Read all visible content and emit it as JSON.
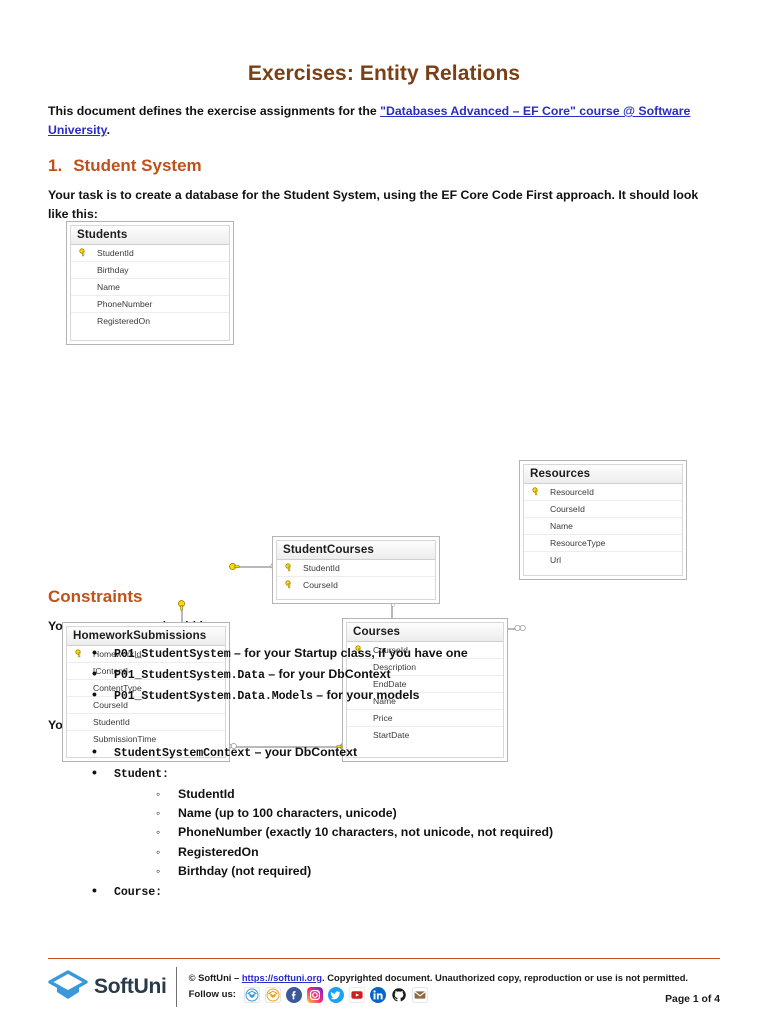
{
  "document": {
    "title": "Exercises: Entity Relations",
    "intro_prefix": "This document defines the exercise assignments for the ",
    "intro_link": "\"Databases Advanced – EF Core\" course @ Software University",
    "intro_suffix": "."
  },
  "section1": {
    "number": "1.",
    "heading": "Student System",
    "paragraph": "Your task is to create a database for the Student System, using the EF Core Code First approach. It should look like this:"
  },
  "diagram": {
    "tables": [
      {
        "name": "Students",
        "columns": [
          {
            "name": "StudentId",
            "key": true
          },
          {
            "name": "Birthday",
            "key": false
          },
          {
            "name": "Name",
            "key": false
          },
          {
            "name": "PhoneNumber",
            "key": false
          },
          {
            "name": "RegisteredOn",
            "key": false
          }
        ]
      },
      {
        "name": "StudentCourses",
        "columns": [
          {
            "name": "StudentId",
            "key": true
          },
          {
            "name": "CourseId",
            "key": true
          }
        ]
      },
      {
        "name": "Resources",
        "columns": [
          {
            "name": "ResourceId",
            "key": true
          },
          {
            "name": "CourseId",
            "key": false
          },
          {
            "name": "Name",
            "key": false
          },
          {
            "name": "ResourceType",
            "key": false
          },
          {
            "name": "Url",
            "key": false
          }
        ]
      },
      {
        "name": "HomeworkSubmissions",
        "columns": [
          {
            "name": "HomeworkId",
            "key": true
          },
          {
            "name": "[Content]",
            "key": false
          },
          {
            "name": "ContentType",
            "key": false
          },
          {
            "name": "CourseId",
            "key": false
          },
          {
            "name": "StudentId",
            "key": false
          },
          {
            "name": "SubmissionTime",
            "key": false
          }
        ]
      },
      {
        "name": "Courses",
        "columns": [
          {
            "name": "CourseId",
            "key": true
          },
          {
            "name": "Description",
            "key": false
          },
          {
            "name": "EndDate",
            "key": false
          },
          {
            "name": "Name",
            "key": false
          },
          {
            "name": "Price",
            "key": false
          },
          {
            "name": "StartDate",
            "key": false
          }
        ]
      }
    ]
  },
  "constraints": {
    "heading": "Constraints",
    "namespaces_intro": "Your namespaces should be:",
    "namespaces": [
      {
        "code": "P01_StudentSystem",
        "text": " – for your Startup class, if you have one"
      },
      {
        "code": "P01_StudentSystem.Data",
        "text": " – for your DbContext"
      },
      {
        "code": "P01_StudentSystem.Data.Models",
        "text": " – for your models"
      }
    ],
    "models_intro": "Your models should be:",
    "models": [
      {
        "code": "StudentSystemContext",
        "text": "  – your DbContext",
        "children": []
      },
      {
        "code": "Student:",
        "text": "",
        "children": [
          "StudentId",
          "Name (up to 100 characters, unicode)",
          "PhoneNumber (exactly 10 characters, not unicode, not required)",
          "RegisteredOn",
          "Birthday (not required)"
        ]
      },
      {
        "code": "Course:",
        "text": "",
        "children": []
      }
    ]
  },
  "footer": {
    "logo_text": "SoftUni",
    "copyright_prefix": "© SoftUni – ",
    "copyright_link": "https://softuni.org",
    "copyright_suffix": ". Copyrighted document. Unauthorized copy, reproduction or use is not permitted.",
    "follow_label": "Follow us:",
    "social": [
      {
        "name": "softuni-blue-icon",
        "color": "#3a9ad9"
      },
      {
        "name": "softuni-orange-icon",
        "color": "#f0a01e"
      },
      {
        "name": "facebook-icon",
        "color": "#3b5998"
      },
      {
        "name": "instagram-icon",
        "color": "#e1306c"
      },
      {
        "name": "twitter-icon",
        "color": "#1da1f2"
      },
      {
        "name": "youtube-icon",
        "color": "#cc1f1f"
      },
      {
        "name": "linkedin-icon",
        "color": "#0a66c2"
      },
      {
        "name": "github-icon",
        "color": "#1b1b1b"
      },
      {
        "name": "newsletter-icon",
        "color": "#8b6a45"
      }
    ],
    "page_label": "Page 1 of 4"
  },
  "colors": {
    "heading": "#C0511A",
    "title": "#7B3F16",
    "link": "#2B2BC6",
    "key": "#ffd900"
  }
}
